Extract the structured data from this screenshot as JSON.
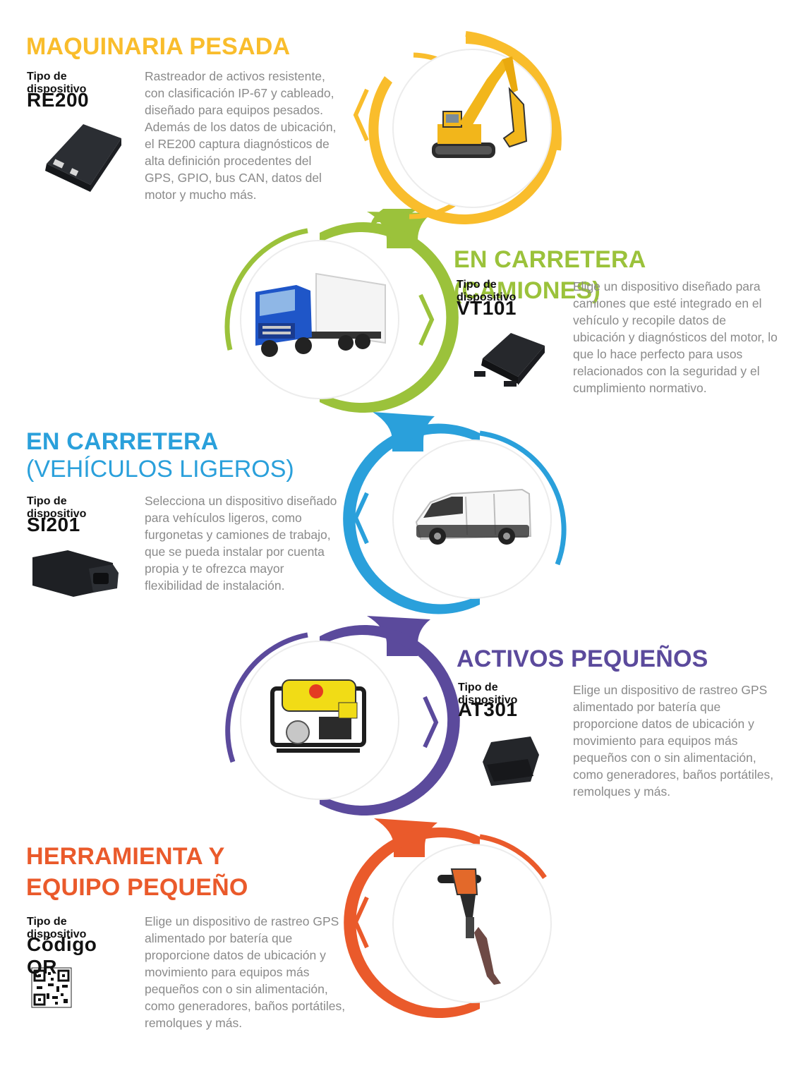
{
  "colors": {
    "yellow": "#f9bd2c",
    "green": "#9bc23b",
    "blue": "#2aa0db",
    "purple": "#5b4a9c",
    "orange": "#ea5a2b"
  },
  "sections": [
    {
      "title": "MAQUINARIA PESADA",
      "device_label": "Tipo de dispositivo",
      "device_code": "RE200",
      "description": "Rastreador de activos resistente, con clasificación IP-67 y cableado, diseñado para equipos pesados. Además de los datos de ubicación, el RE200 captura diagnósticos de alta definición procedentes del GPS, GPIO, bus CAN, datos del motor y mucho más.",
      "image": "excavator-icon",
      "device_image": "tracker-box-icon"
    },
    {
      "title": "EN CARRETERA (CAMIONES)",
      "device_label": "Tipo de dispositivo",
      "device_code": "VT101",
      "description": "Elige un dispositivo diseñado para camiones que esté integrado en el vehículo y recopile datos de ubicación y diagnósticos del motor, lo que lo hace perfecto para usos relacionados con la seguridad y el cumplimiento normativo.",
      "image": "truck-icon",
      "device_image": "tracker-box-icon"
    },
    {
      "title": "EN CARRETERA",
      "title_line2": "(VEHÍCULOS LIGEROS)",
      "device_label": "Tipo de dispositivo",
      "device_code": "SI201",
      "description": "Selecciona un dispositivo diseñado para vehículos ligeros, como furgonetas y camiones de trabajo, que se pueda instalar por cuenta propia y te ofrezca mayor flexibilidad de instalación.",
      "image": "van-icon",
      "device_image": "obd-plug-icon"
    },
    {
      "title": "ACTIVOS PEQUEÑOS",
      "device_label": "Tipo de dispositivo",
      "device_code": "AT301",
      "description": "Elige un dispositivo de rastreo GPS alimentado por batería que proporcione datos de ubicación y movimiento para equipos más pequeños con o sin alimentación, como generadores, baños portátiles, remolques y más.",
      "image": "generator-icon",
      "device_image": "battery-tracker-icon"
    },
    {
      "title": "HERRAMIENTA Y",
      "title_line2": "EQUIPO PEQUEÑO",
      "device_label": "Tipo de dispositivo",
      "device_code": "Código QR",
      "description": "Elige un dispositivo de rastreo GPS alimentado por batería que proporcione datos de ubicación y movimiento para equipos más pequeños con o sin alimentación, como generadores, baños portátiles, remolques y más.",
      "image": "jackhammer-icon",
      "device_image": "qr-code-icon"
    }
  ]
}
